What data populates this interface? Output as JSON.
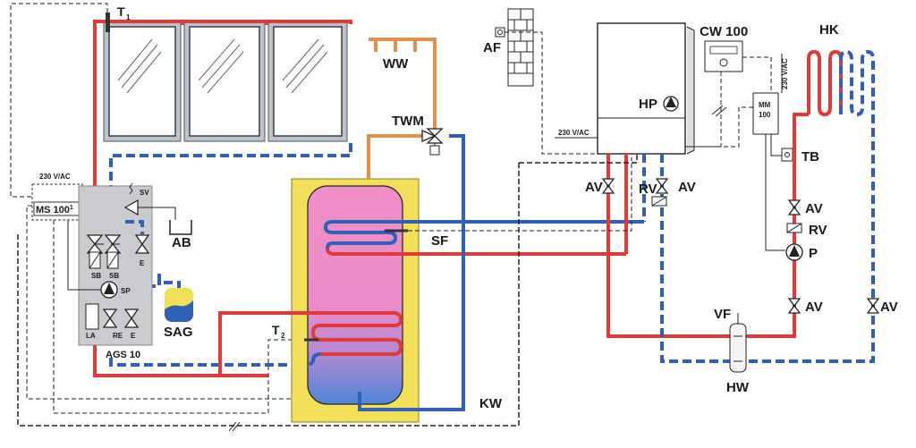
{
  "labels": {
    "t1_main": "T",
    "t1_sub": "1",
    "t2_main": "T",
    "t2_sub": "2",
    "ww": "WW",
    "twm": "TWM",
    "af": "AF",
    "cw100": "CW 100",
    "hk": "HK",
    "hp": "HP",
    "mm100_l1": "MM",
    "mm100_l2": "100",
    "v230_mm": "230 V/AC",
    "v230_boiler": "230 V/AC",
    "v230_ms": "230 V/AC",
    "ms100": "MS 100",
    "tb": "TB",
    "av_boiler_left": "AV",
    "av_boiler_right": "AV",
    "rv_boiler": "RV",
    "av_hk_top": "AV",
    "rv_hk": "RV",
    "p": "P",
    "av_hk_bottom": "AV",
    "av_hk_return": "AV",
    "vf": "VF",
    "hw": "HW",
    "sf": "SF",
    "kw": "KW",
    "sv": "SV",
    "ab": "AB",
    "e_top": "E",
    "sb_left": "SB",
    "sb_right": "SB",
    "sp": "SP",
    "sag": "SAG",
    "la": "LA",
    "re": "RE",
    "e_bottom": "E",
    "ags10": "AGS 10"
  },
  "colors": {
    "hot": "#e03a3a",
    "cold": "#2f62b5",
    "drinking_water": "#e0904a",
    "tank_outer": "#f3e05a",
    "tank_inner_top": "#f08ec8",
    "tank_inner_bottom": "#5b8fd6",
    "collector_frame": "#9aa7b4",
    "ags_box": "#c9cbcf"
  },
  "icons": [
    "thermometer-icon",
    "valve-icon",
    "pump-icon",
    "check-valve-icon",
    "brick-wall-icon",
    "thermostat-icon",
    "collector-icon",
    "expansion-vessel-icon"
  ]
}
